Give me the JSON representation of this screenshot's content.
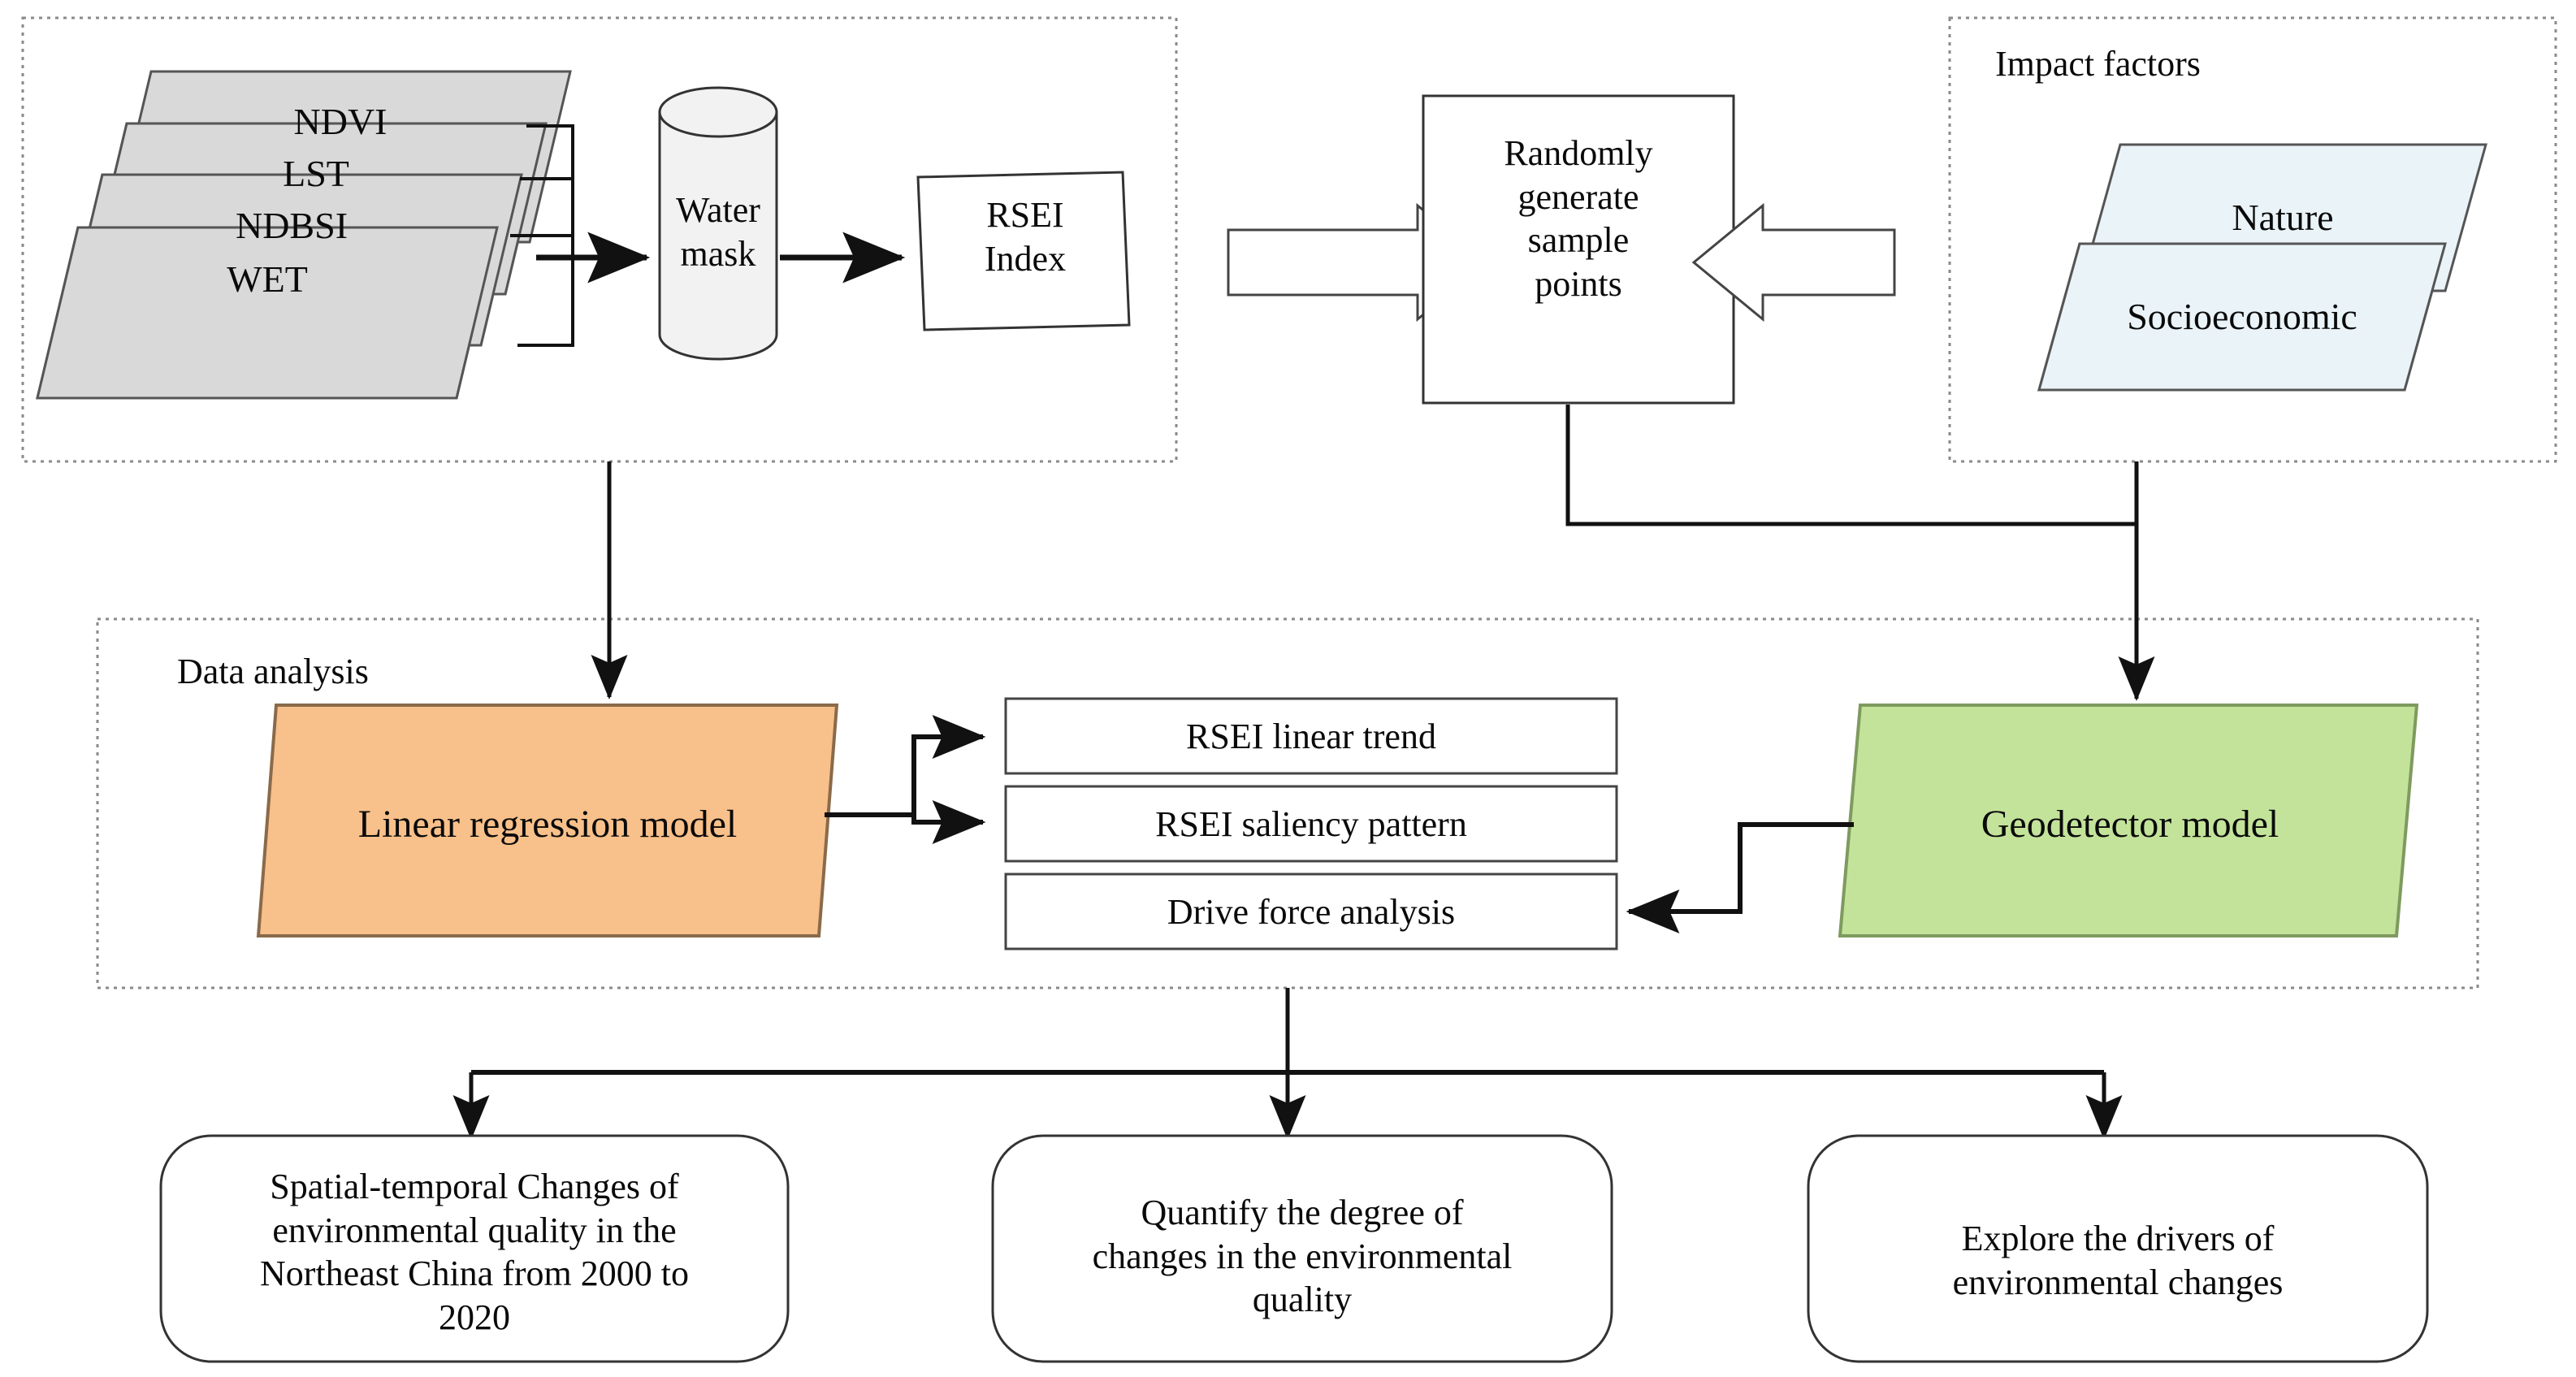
{
  "diagram": {
    "title": "RSEI environmental quality analysis workflow",
    "type": "flowchart"
  },
  "groups": {
    "data_source": {
      "label": ""
    },
    "impact_factors": {
      "label": "Impact factors"
    },
    "data_analysis": {
      "label": "Data analysis"
    }
  },
  "input_layers": [
    {
      "label": "NDVI"
    },
    {
      "label": "LST"
    },
    {
      "label": "NDBSI"
    },
    {
      "label": "WET"
    }
  ],
  "process": {
    "water_mask": {
      "label": "Water\nmask"
    },
    "rsei_index": {
      "label": "RSEI\nIndex"
    },
    "sample_points": {
      "label": "Randomly\ngenerate\nsample\npoints"
    }
  },
  "impact_factor_layers": [
    {
      "label": "Nature"
    },
    {
      "label": "Socioeconomic"
    }
  ],
  "models": {
    "linear_regression": {
      "label": "Linear regression model"
    },
    "geodetector": {
      "label": "Geodetector model"
    }
  },
  "analysis_boxes": [
    {
      "label": "RSEI linear trend"
    },
    {
      "label": "RSEI saliency pattern"
    },
    {
      "label": "Drive force analysis"
    }
  ],
  "outcomes": [
    {
      "label": "Spatial-temporal Changes of\nenvironmental quality in the\nNortheast China from 2000 to\n2020"
    },
    {
      "label": "Quantify the degree of\nchanges in the environmental\nquality"
    },
    {
      "label": "Explore the drivers of\nenvironmental changes"
    }
  ],
  "colors": {
    "layer_gray": "#d9d9d9",
    "layer_blue": "#eaf4f8",
    "model_orange": "#f8c08a",
    "model_green": "#c3e39a",
    "stroke": "#2b2b2b",
    "dotted_border": "#8a8a8a",
    "cylinder_fill": "#f2f2f2",
    "white": "#ffffff"
  }
}
